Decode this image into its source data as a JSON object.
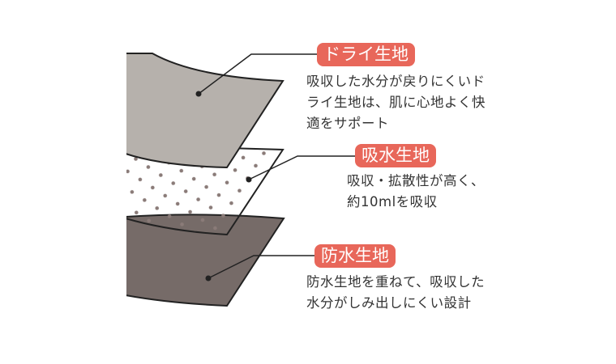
{
  "colors": {
    "accent": "#e8675a",
    "dry_layer": "#b6b1ac",
    "absorb_layer": "#ffffff",
    "waterproof_layer": "#766b68",
    "dots": "#8a7b78"
  },
  "layers": [
    {
      "label": "ドライ生地",
      "description": "吸収した水分が戻りにくいド\nライ生地は、肌に心地よく快\n適をサポート"
    },
    {
      "label": "吸水生地",
      "description": "吸収・拡散性が高く、\n約10mlを吸収"
    },
    {
      "label": "防水生地",
      "description": "防水生地を重ねて、吸収した\n水分がしみ出しにくい設計"
    }
  ]
}
